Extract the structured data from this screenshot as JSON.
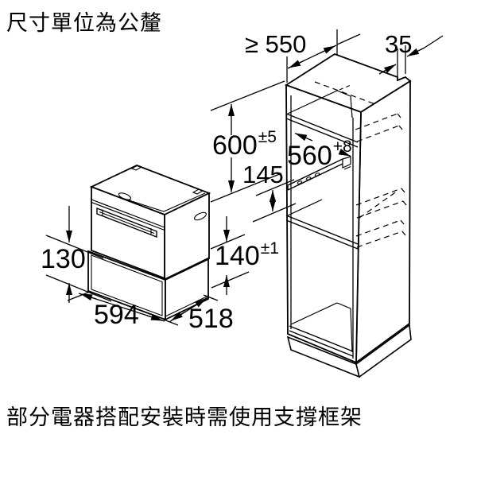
{
  "page": {
    "title": "尺寸單位為公釐",
    "footnote": "部分電器搭配安裝時需使用支撐框架"
  },
  "drawer_view": {
    "front_panel_height": "130",
    "appliance_height": "140",
    "appliance_height_tol": "±1",
    "width": "594",
    "depth": "518"
  },
  "cabinet_view": {
    "min_depth": "≥ 550",
    "rear_gap": "35",
    "niche_height": "600",
    "niche_height_tol": "±5",
    "niche_width": "560",
    "niche_width_tol": "+8",
    "drawer_niche_height": "145"
  },
  "colors": {
    "line": "#000000",
    "background": "#ffffff"
  }
}
